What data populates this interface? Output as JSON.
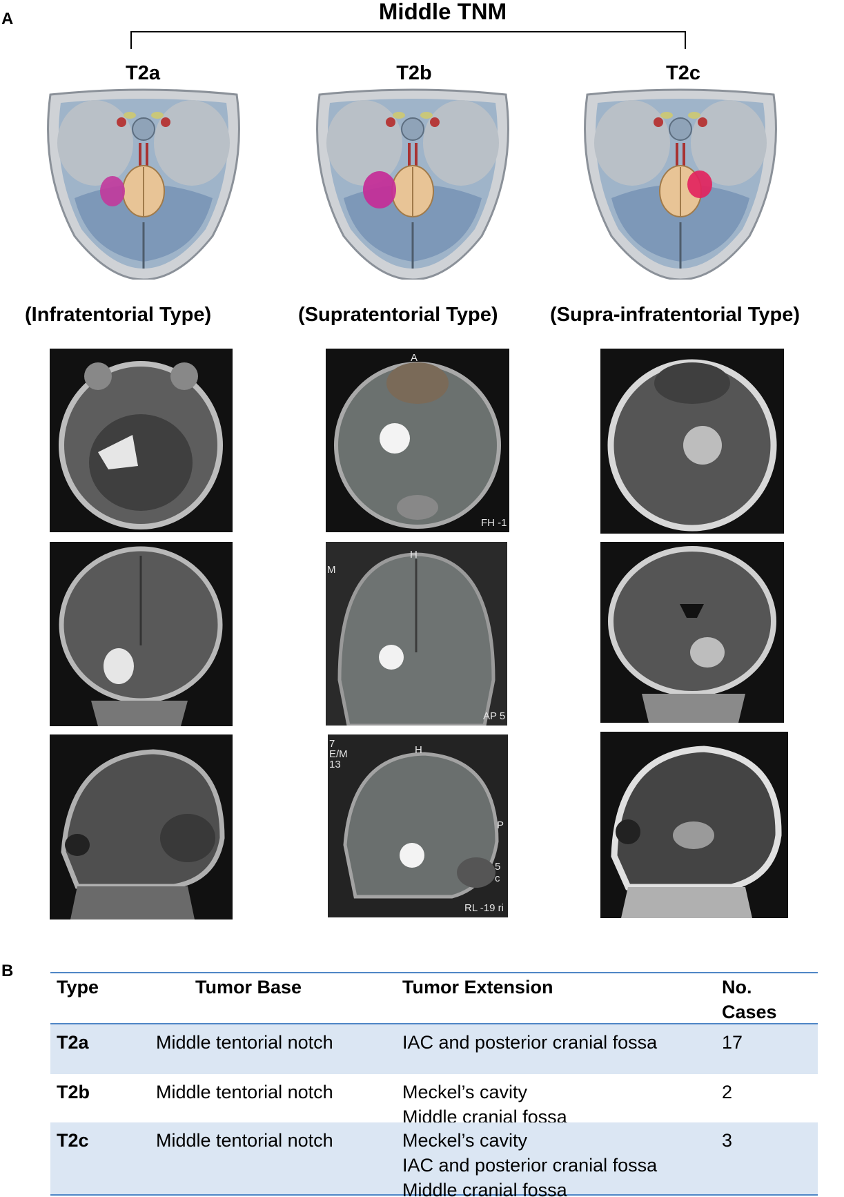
{
  "panel_a": {
    "letter": "A",
    "title": "Middle  TNM",
    "columns": [
      {
        "label": "T2a",
        "type_label": "(Infratentorial Type)",
        "tumor_color": "#c2389c"
      },
      {
        "label": "T2b",
        "type_label": "(Supratentorial Type)",
        "tumor_color": "#c42d97"
      },
      {
        "label": "T2c",
        "type_label": "(Supra-infratentorial Type)",
        "tumor_color": "#e2245e"
      }
    ],
    "mri_annotations": {
      "t2b_axial_top": "A",
      "t2b_axial_bottom": "FH -1",
      "t2b_coronal_top": "H",
      "t2b_coronal_left": "M",
      "t2b_coronal_bottom": "AP 5",
      "t2b_sagittal_top": "H",
      "t2b_sagittal_left": "7\nE/M\n13",
      "t2b_sagittal_right_p": "P",
      "t2b_sagittal_right_5": "5 c",
      "t2b_sagittal_bottom": "RL -19 ri"
    }
  },
  "panel_b": {
    "letter": "B",
    "headers": [
      "Type",
      "Tumor Base",
      "Tumor Extension",
      "No.\nCases"
    ],
    "rows": [
      {
        "type": "T2a",
        "base": "Middle tentorial notch",
        "extension": "IAC and posterior cranial fossa",
        "cases": "17"
      },
      {
        "type": "T2b",
        "base": "Middle tentorial notch",
        "extension": "Meckel’s cavity\nMiddle cranial fossa",
        "cases": "2"
      },
      {
        "type": "T2c",
        "base": "Middle tentorial notch",
        "extension": "Meckel’s cavity\nIAC and posterior cranial fossa\nMiddle cranial fossa",
        "cases": "3"
      }
    ],
    "header_rule_color": "#4f86c6",
    "row_shade_color": "#dbe6f3"
  }
}
